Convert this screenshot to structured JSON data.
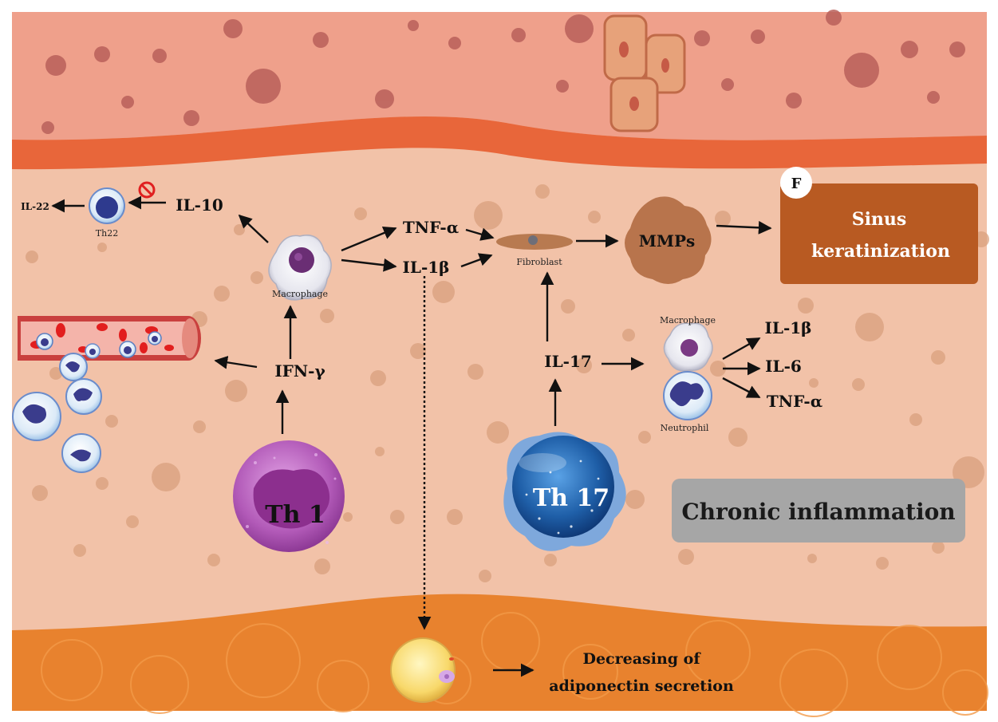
{
  "panel_letter": "F",
  "outcome_box": {
    "line1": "Sinus",
    "line2": "keratinization"
  },
  "chronic_label": "Chronic inflammation",
  "cells": {
    "macrophage_top": "Macrophage",
    "macrophage_right": "Macrophage",
    "neutrophil": "Neutrophil",
    "fibroblast": "Fibroblast",
    "th22": "Th22",
    "th1": "Th 1",
    "th17": "Th 17"
  },
  "cytokines": {
    "il22": "IL-22",
    "il10": "IL-10",
    "tnf_top": "TNF-α",
    "il1b_top": "IL-1β",
    "mmps": "MMPs",
    "ifn": "IFN-γ",
    "il17": "IL-17",
    "il1b_right": "IL-1β",
    "il6": "IL-6",
    "tnf_right": "TNF-α"
  },
  "adipo": {
    "line1": "Decreasing of",
    "line2": "adiponectin secretion"
  },
  "colors": {
    "skin_top": "#EFA08B",
    "band": "#E8663A",
    "tissue": "#F2C2A8",
    "fat": "#E8822E",
    "outcome_box": "#B85A22",
    "chronic_box": "#A6A6A6",
    "th1": "#B25AB8",
    "th17": "#1F5FA8"
  }
}
